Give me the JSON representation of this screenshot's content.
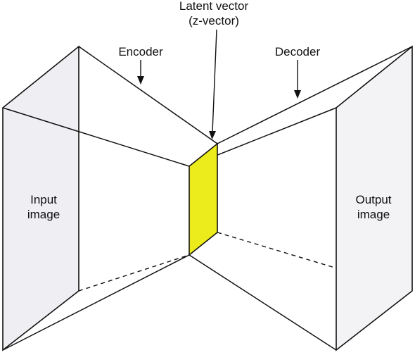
{
  "labels": {
    "latent_line1": "Latent vector",
    "latent_line2": "(z-vector)",
    "encoder": "Encoder",
    "decoder": "Decoder",
    "input_line1": "Input",
    "input_line2": "image",
    "output_line1": "Output",
    "output_line2": "image"
  },
  "colors": {
    "latent_fill": "#ecec1c",
    "panel_fill": "#efeff3",
    "line": "#111111"
  }
}
